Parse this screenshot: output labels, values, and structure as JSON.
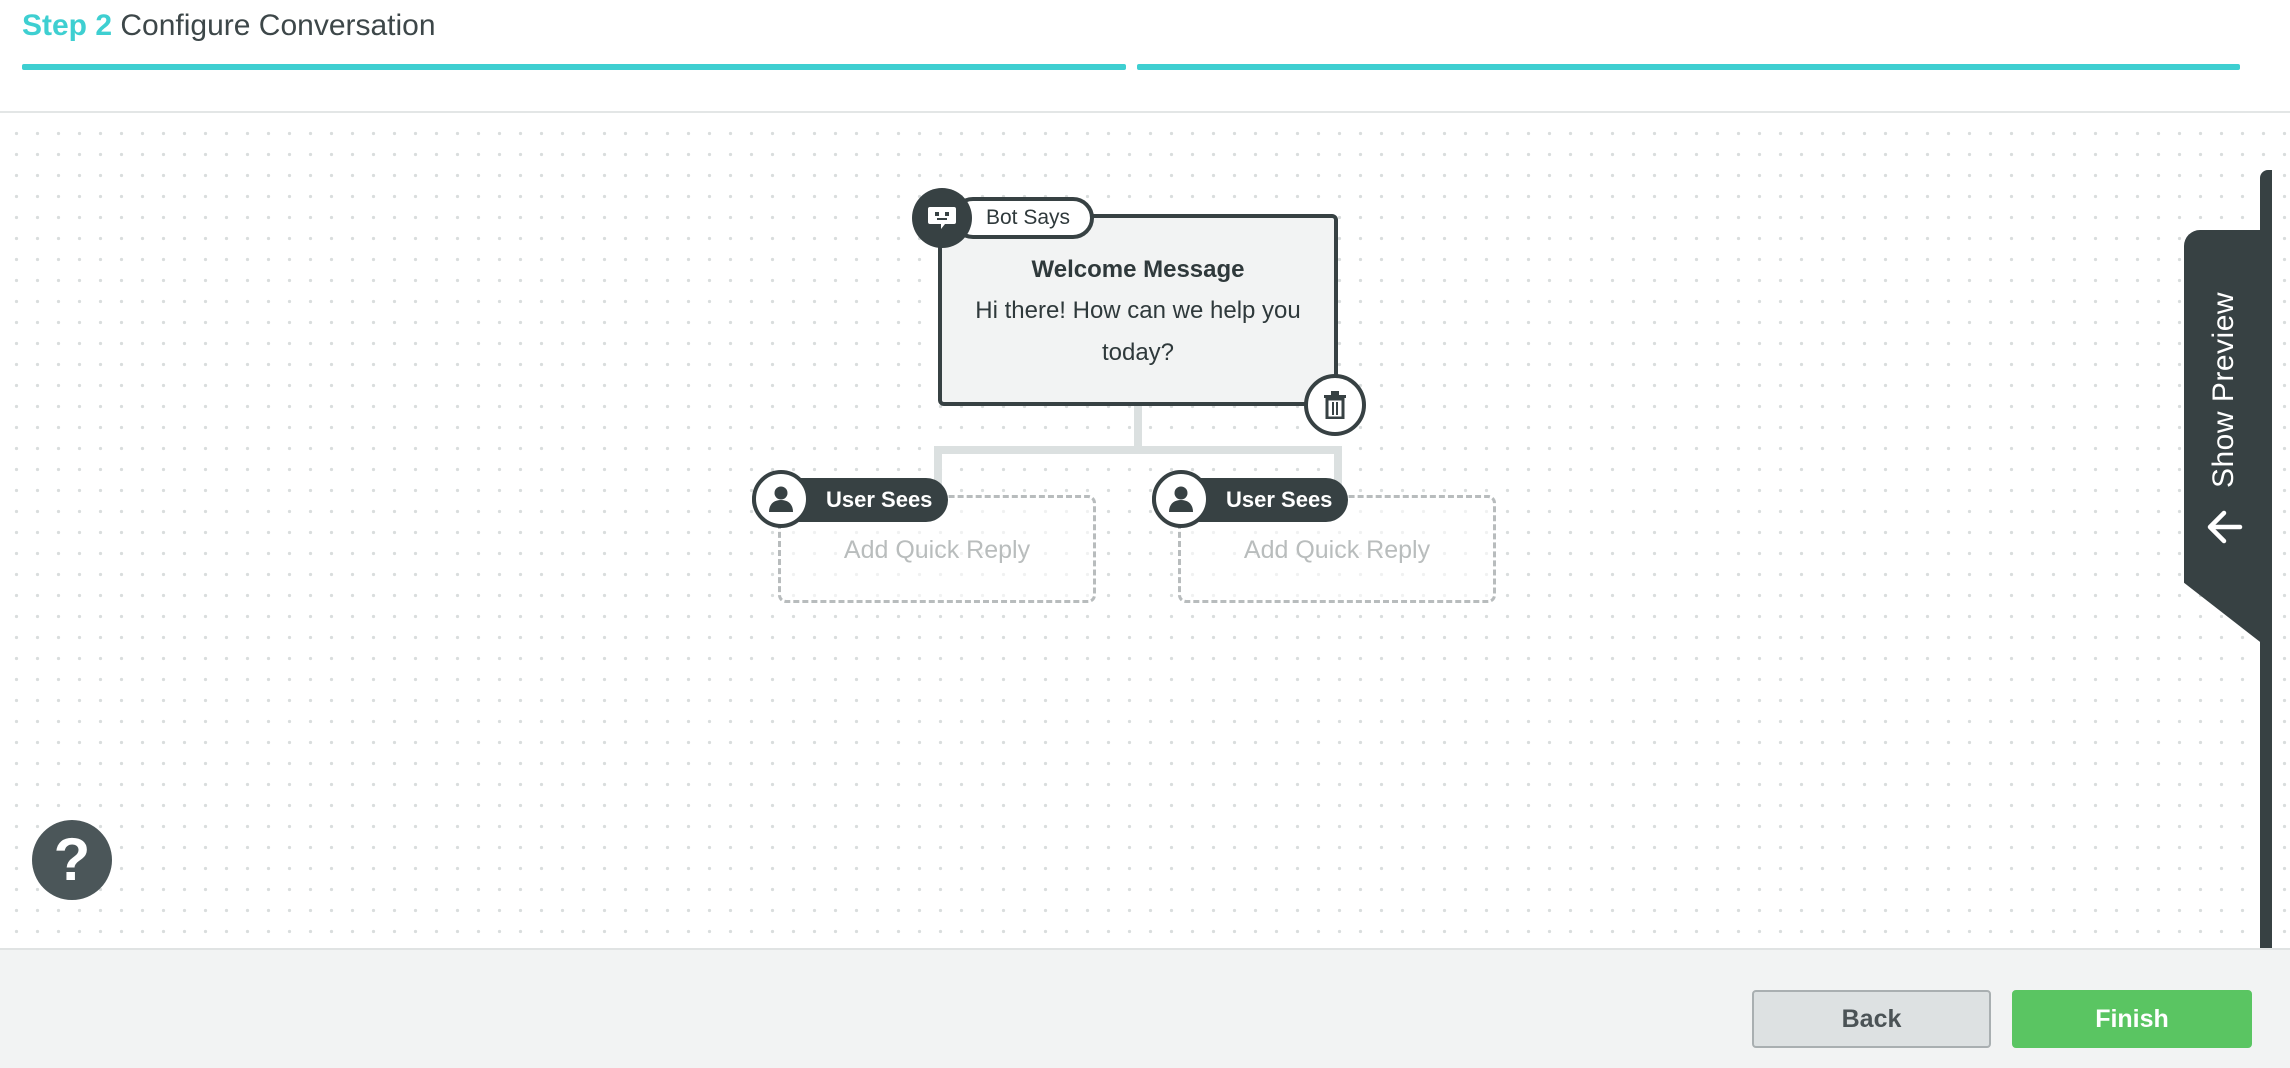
{
  "header": {
    "step_number": "Step 2",
    "step_name": "Configure Conversation",
    "progress_color": "#3ecfd1"
  },
  "bot_node": {
    "badge_label": "Bot Says",
    "title": "Welcome Message",
    "message": "Hi there! How can we help you today?",
    "icons": {
      "badge": "bot-icon",
      "delete": "trash-icon"
    }
  },
  "user_nodes": [
    {
      "badge_label": "User Sees",
      "placeholder": "Add Quick Reply"
    },
    {
      "badge_label": "User Sees",
      "placeholder": "Add Quick Reply"
    }
  ],
  "preview": {
    "label": "Show Preview",
    "icon": "arrow-left-icon"
  },
  "help": {
    "label": "?",
    "icon": "help-icon"
  },
  "footer": {
    "back_label": "Back",
    "finish_label": "Finish",
    "finish_color": "#5ac562"
  }
}
